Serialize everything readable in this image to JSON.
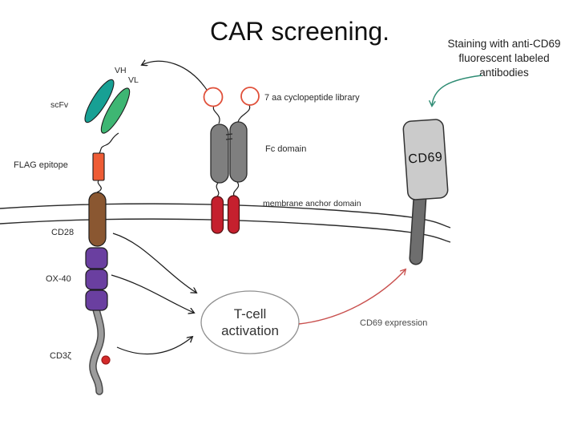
{
  "title": "CAR screening.",
  "car_construct": {
    "vh_label": "VH",
    "vl_label": "VL",
    "scfv_label": "scFv",
    "flag_label": "FLAG epitope",
    "cd28_label": "CD28",
    "ox40_label": "OX-40",
    "cd3zeta_label": "CD3ζ"
  },
  "probe": {
    "library_label": "7 aa cyclopeptide library",
    "fc_label": "Fc domain",
    "anchor_label": "membrane anchor domain"
  },
  "readout": {
    "tcell_line1": "T-cell",
    "tcell_line2": "activation",
    "expression_label": "CD69 expression",
    "cd69_label": "CD69",
    "staining_line1": "Staining with anti-CD69",
    "staining_line2": "fluorescent labeled",
    "staining_line3": "antibodies"
  },
  "colors": {
    "vh_fill": "#17a094",
    "vl_fill": "#3eb673",
    "flag_fill": "#ee5c35",
    "cd28_fill": "#8a5731",
    "ox40_fill": "#6a3fa0",
    "anchor_fill": "#c5202e",
    "fc_fill": "#7f7f7f",
    "cd69_box_fill": "#cbcbcb",
    "cd69_stalk_fill": "#6e6e6e",
    "tail_stroke": "#9c9c9c",
    "signal_dot_fill": "#d42a2a",
    "peptide_circle_stroke": "#e0503a",
    "staining_arrow": "#2f8c74",
    "expression_arrow": "#c9514f"
  }
}
